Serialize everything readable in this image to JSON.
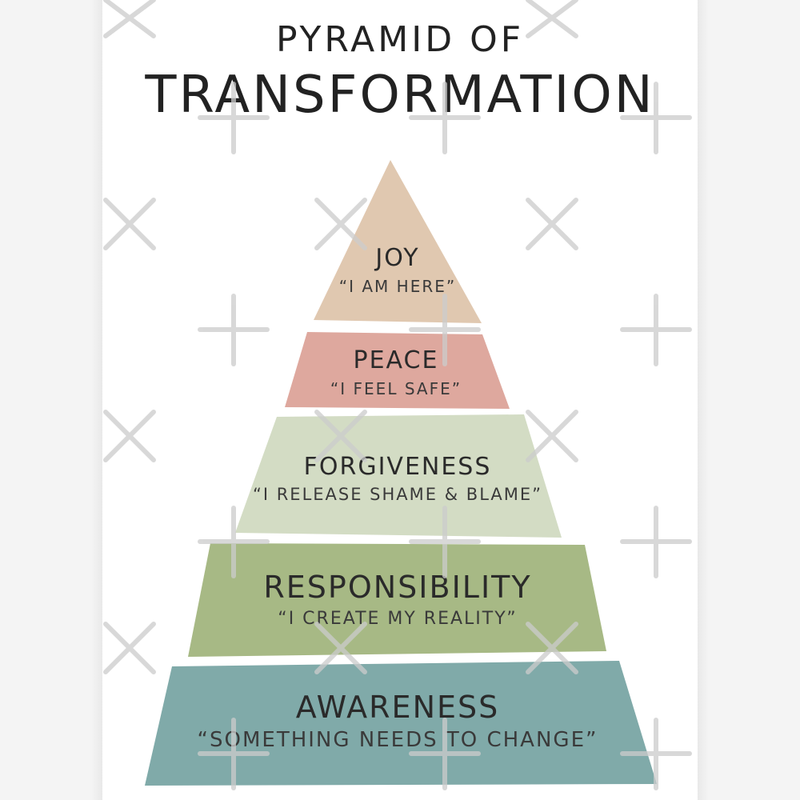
{
  "title": {
    "line1": "PYRAMID OF",
    "line2": "TRANSFORMATION"
  },
  "tiers": [
    {
      "name": "JOY",
      "quote": "“I AM HERE”",
      "color": "#e0c8b0"
    },
    {
      "name": "PEACE",
      "quote": "“I FEEL SAFE”",
      "color": "#dea89e"
    },
    {
      "name": "FORGIVENESS",
      "quote": "“I RELEASE SHAME & BLAME”",
      "color": "#d3dcc4"
    },
    {
      "name": "RESPONSIBILITY",
      "quote": "“I CREATE MY REALITY”",
      "color": "#a7b985"
    },
    {
      "name": "AWARENESS",
      "quote": "“SOMETHING NEEDS TO CHANGE”",
      "color": "#80aaa9"
    }
  ]
}
